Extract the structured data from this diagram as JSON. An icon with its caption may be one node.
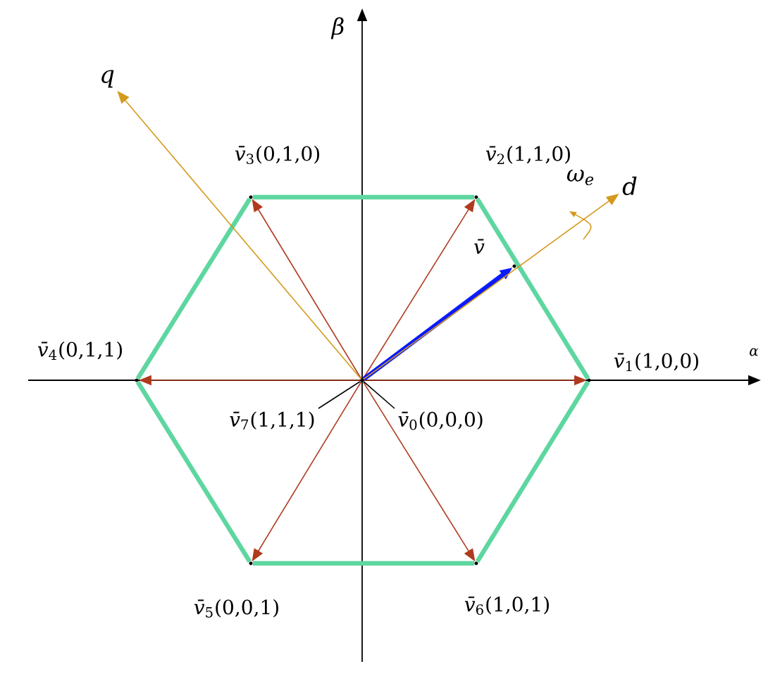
{
  "diagram": {
    "nodes": [
      {
        "text": [],
        "shape": "point"
      },
      {
        "text": [],
        "shape": "point",
        "beside": [
          "*v̄*$_{1}$(1,0,0)"
        ]
      },
      {
        "text": [],
        "shape": "point",
        "beside": [
          "*v̄*$_{2}$(1,1,0)"
        ]
      },
      {
        "text": [],
        "shape": "point",
        "beside": [
          "*v̄*$_{3}$(0,1,0)"
        ]
      },
      {
        "text": [],
        "shape": "point",
        "beside": [
          "*v̄*$_{4}$(0,1,1)"
        ]
      },
      {
        "text": [],
        "shape": "point",
        "beside": [
          "*v̄*$_{5}$(0,0,1)"
        ]
      },
      {
        "text": [],
        "shape": "point",
        "beside": [
          "*v̄*$_{6}$(1,0,1)"
        ]
      },
      {
        "text": [
          "*v̄*$_{7}$(1,1,1)"
        ]
      },
      {
        "text": [
          "*v̄*$_{0}$(0,0,0)"
        ]
      },
      {
        "text": [
          "q"
        ]
      },
      {
        "text": [
          "d"
        ]
      },
      {
        "text": [],
        "shape": "point",
        "beside": [
          "v̄"
        ]
      }
    ],
    "edges": [
      {
        "from": 0,
        "to": 1,
        "arrow": "to"
      },
      {
        "from": 0,
        "to": 2,
        "arrow": "to"
      },
      {
        "from": 0,
        "to": 3,
        "arrow": "to"
      },
      {
        "from": 0,
        "to": 4,
        "arrow": "to"
      },
      {
        "from": 0,
        "to": 5,
        "arrow": "to"
      },
      {
        "from": 0,
        "to": 6,
        "arrow": "to"
      },
      {
        "from": 1,
        "to": 2,
        "arrow": "none",
        "style": "thick",
        "color": "#5ed6a0"
      },
      {
        "from": 2,
        "to": 3,
        "arrow": "none",
        "style": "thick",
        "color": "#5ed6a0"
      },
      {
        "from": 3,
        "to": 4,
        "arrow": "none",
        "style": "thick",
        "color": "#5ed6a0"
      },
      {
        "from": 4,
        "to": 5,
        "arrow": "none",
        "style": "thick",
        "color": "#5ed6a0"
      },
      {
        "from": 5,
        "to": 6,
        "arrow": "none",
        "style": "thick",
        "color": "#5ed6a0"
      },
      {
        "from": 6,
        "to": 1,
        "arrow": "none",
        "style": "thick",
        "color": "#5ed6a0"
      },
      {
        "from": 0,
        "to": 11,
        "arrow": "to",
        "style": "thick",
        "color": "#0a1aff"
      },
      {
        "from": 0,
        "to": 9,
        "arrow": "to",
        "color": "#d49a1c"
      },
      {
        "from": 0,
        "to": 10,
        "arrow": "to",
        "color": "#d49a1c"
      },
      {
        "from": 7,
        "to": 0,
        "arrow": "none",
        "color": "#000000"
      },
      {
        "from": 8,
        "to": 0,
        "arrow": "none",
        "color": "#000000"
      }
    ],
    "labels": [
      "β",
      "α",
      "ω$_{e}$"
    ]
  }
}
